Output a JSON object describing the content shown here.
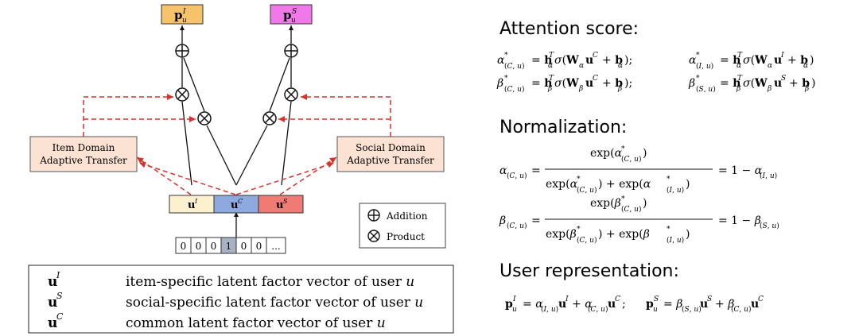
{
  "diagram": {
    "outputs": {
      "item": {
        "base": "p",
        "sub": "u",
        "sup": "I",
        "color": "#f6c36a"
      },
      "social": {
        "base": "p",
        "sub": "u",
        "sup": "S",
        "color": "#f178e8"
      }
    },
    "transfers": {
      "item": {
        "line1": "Item Domain",
        "line2": "Adaptive Transfer"
      },
      "social": {
        "line1": "Social Domain",
        "line2": "Adaptive Transfer"
      }
    },
    "embedding": [
      {
        "base": "u",
        "sup": "I",
        "color": "#fbf1cf"
      },
      {
        "base": "u",
        "sup": "C",
        "color": "#8ea9dd"
      },
      {
        "base": "u",
        "sup": "S",
        "color": "#f07a74"
      }
    ],
    "onehot": [
      "0",
      "0",
      "0",
      "1",
      "0",
      "0",
      "..."
    ],
    "onehot_highlight_index": 3,
    "legend": {
      "addition": "Addition",
      "product": "Product"
    },
    "arrow_color": "#d9312b",
    "box_fill": "#fbe2d2"
  },
  "definitions": [
    {
      "base": "u",
      "sup": "I",
      "text": "item-specific latent factor vector of user ",
      "var": "u"
    },
    {
      "base": "u",
      "sup": "S",
      "text": "social-specific latent factor vector of user ",
      "var": "u"
    },
    {
      "base": "u",
      "sup": "C",
      "text": "common latent factor vector of user ",
      "var": "u"
    }
  ],
  "equations": {
    "attention_title": "Attention score:",
    "normalization_title": "Normalization:",
    "user_rep_title": "User representation:"
  }
}
